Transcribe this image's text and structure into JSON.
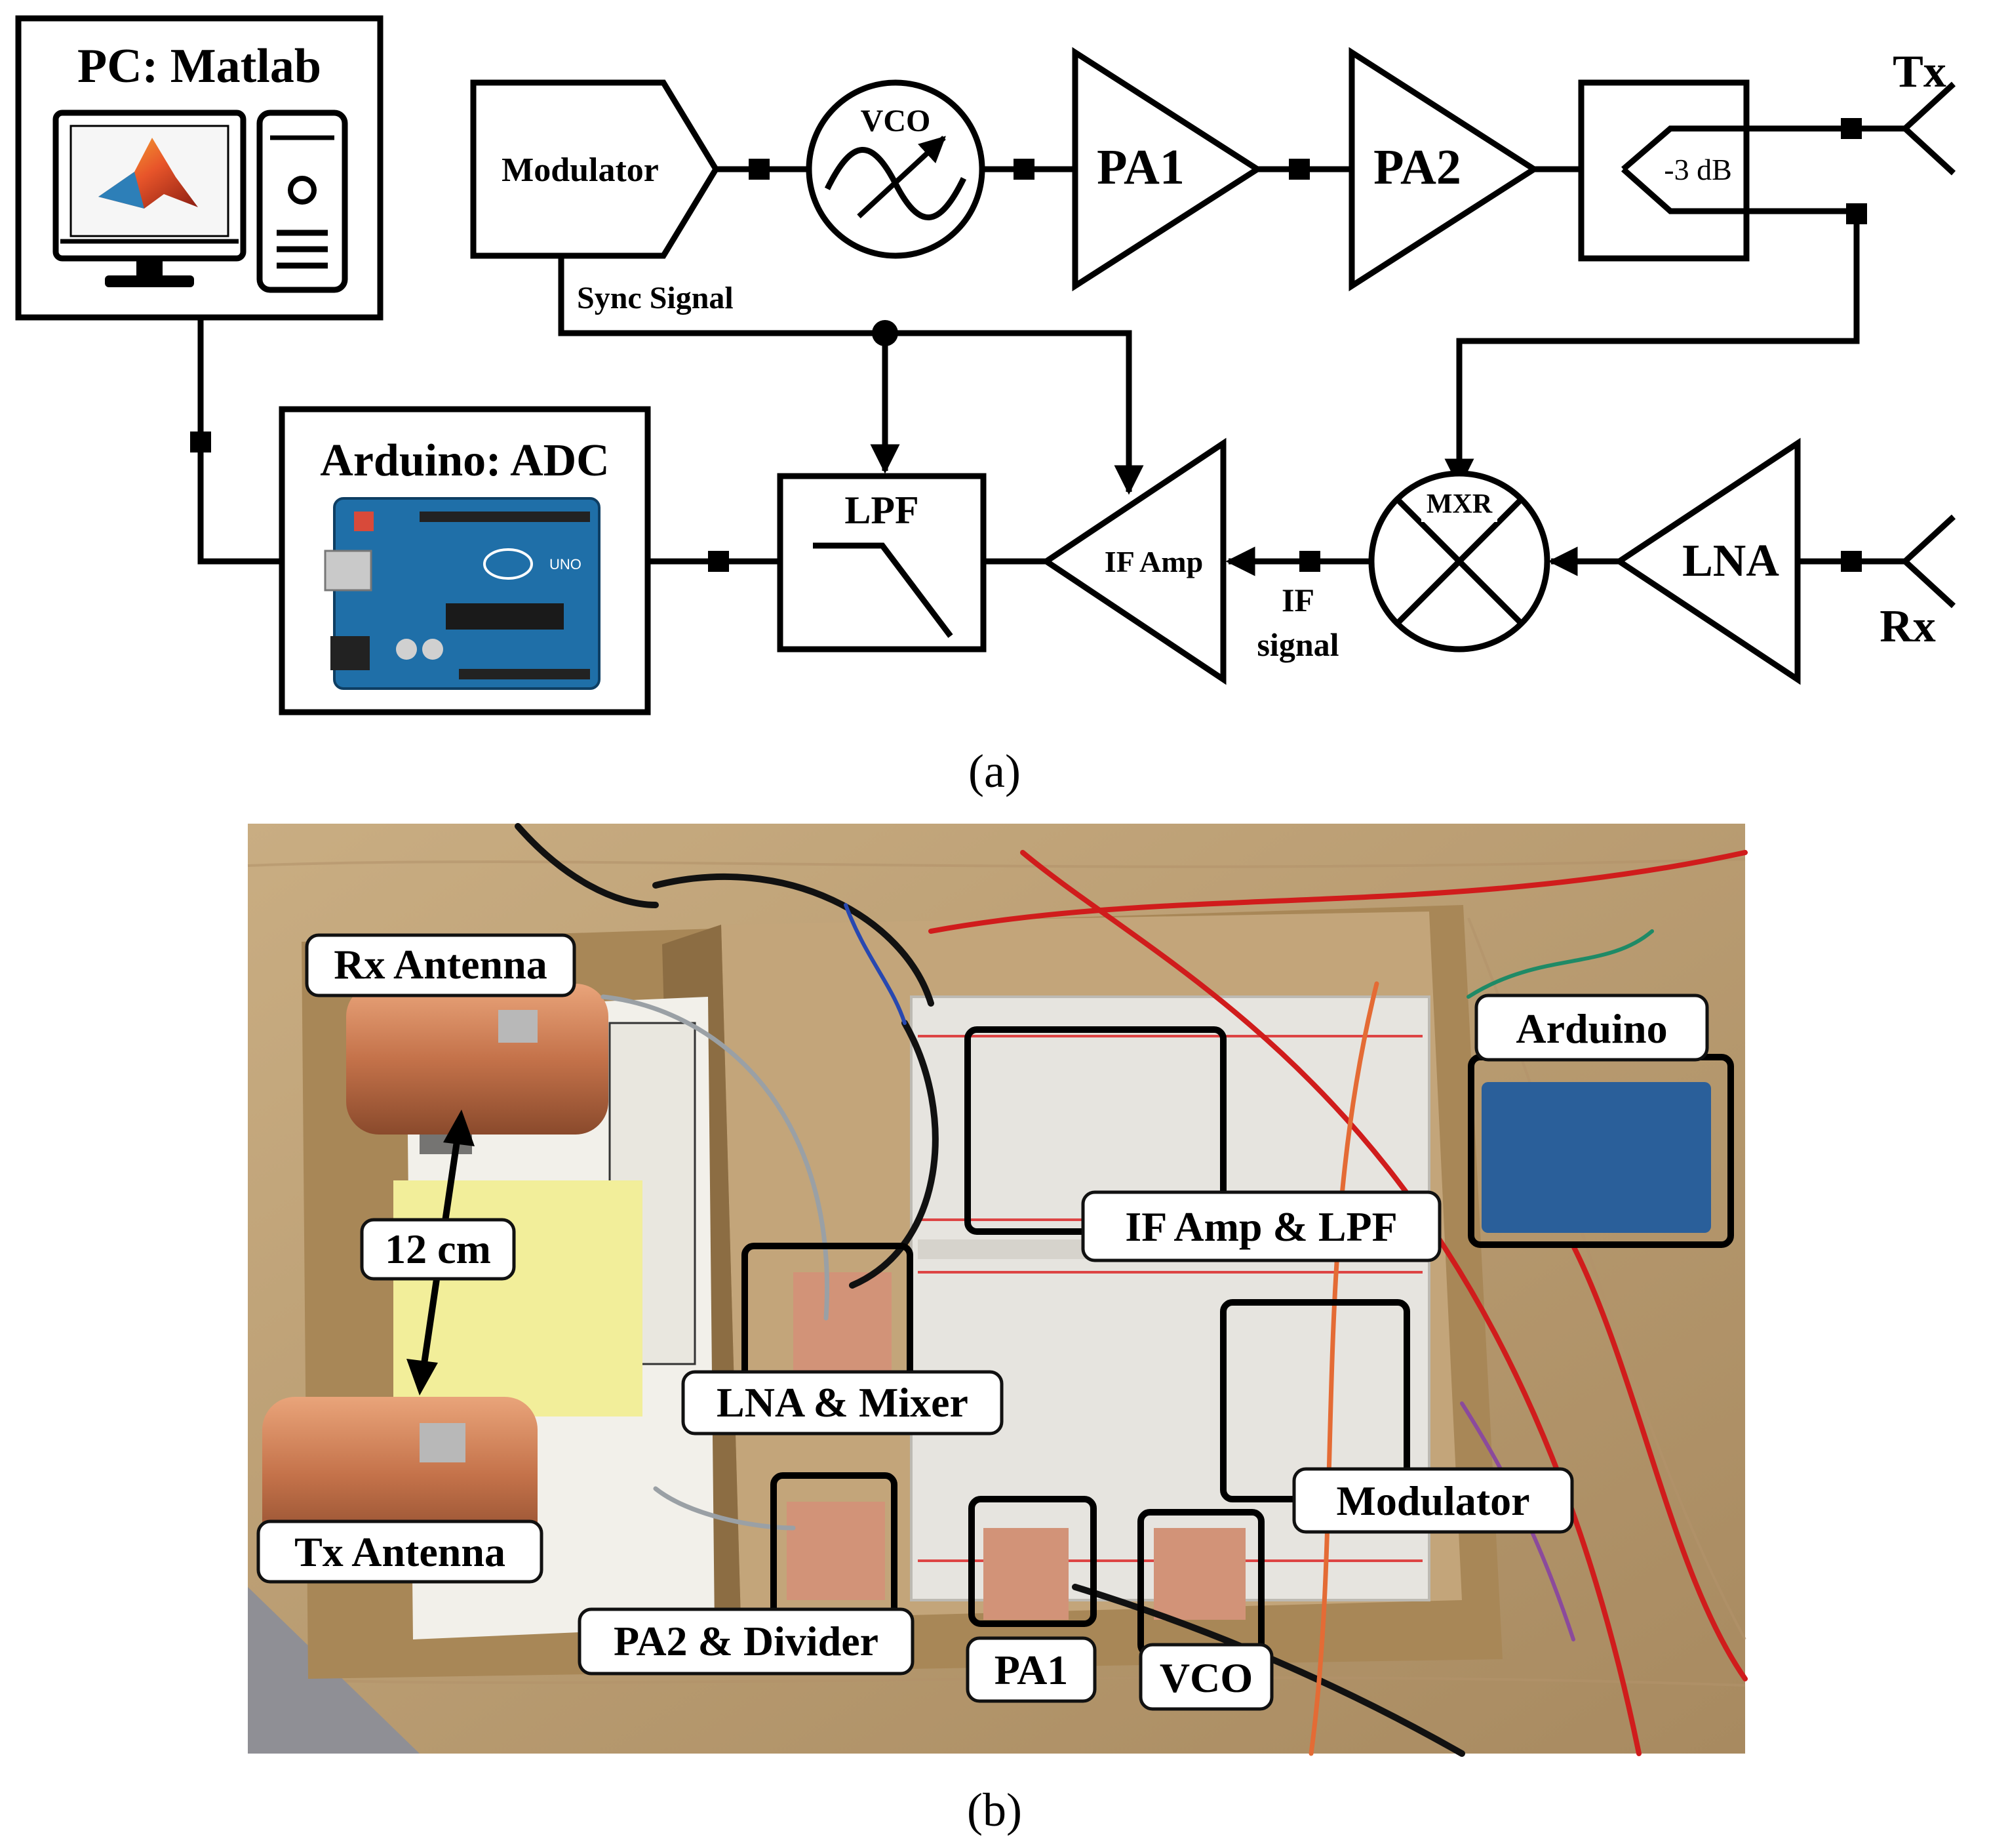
{
  "diagram": {
    "pc_label": "PC: Matlab",
    "arduino_label": "Arduino: ADC",
    "modulator": "Modulator",
    "vco": "VCO",
    "pa1": "PA1",
    "pa2": "PA2",
    "divider": "-3 dB",
    "tx": "Tx",
    "rx": "Rx",
    "sync_signal": "Sync Signal",
    "lpf": "LPF",
    "if_amp": "IF Amp",
    "mixer": "MXR",
    "lna": "LNA",
    "if_signal_line1": "IF",
    "if_signal_line2": "signal",
    "uno": "UNO",
    "caption": "(a)"
  },
  "photo": {
    "labels": {
      "rx_antenna": "Rx Antenna",
      "tx_antenna": "Tx Antenna",
      "distance": "12 cm",
      "lna_mixer": "LNA & Mixer",
      "if_amp_lpf": "IF Amp & LPF",
      "arduino": "Arduino",
      "modulator": "Modulator",
      "pa2_divider": "PA2 & Divider",
      "pa1": "PA1",
      "vco": "VCO"
    },
    "caption": "(b)",
    "colors": {
      "table": "#b89a6e",
      "copper": "#c77a4a",
      "breadboard": "#e6e4df",
      "cardboard": "#a7865a"
    }
  }
}
